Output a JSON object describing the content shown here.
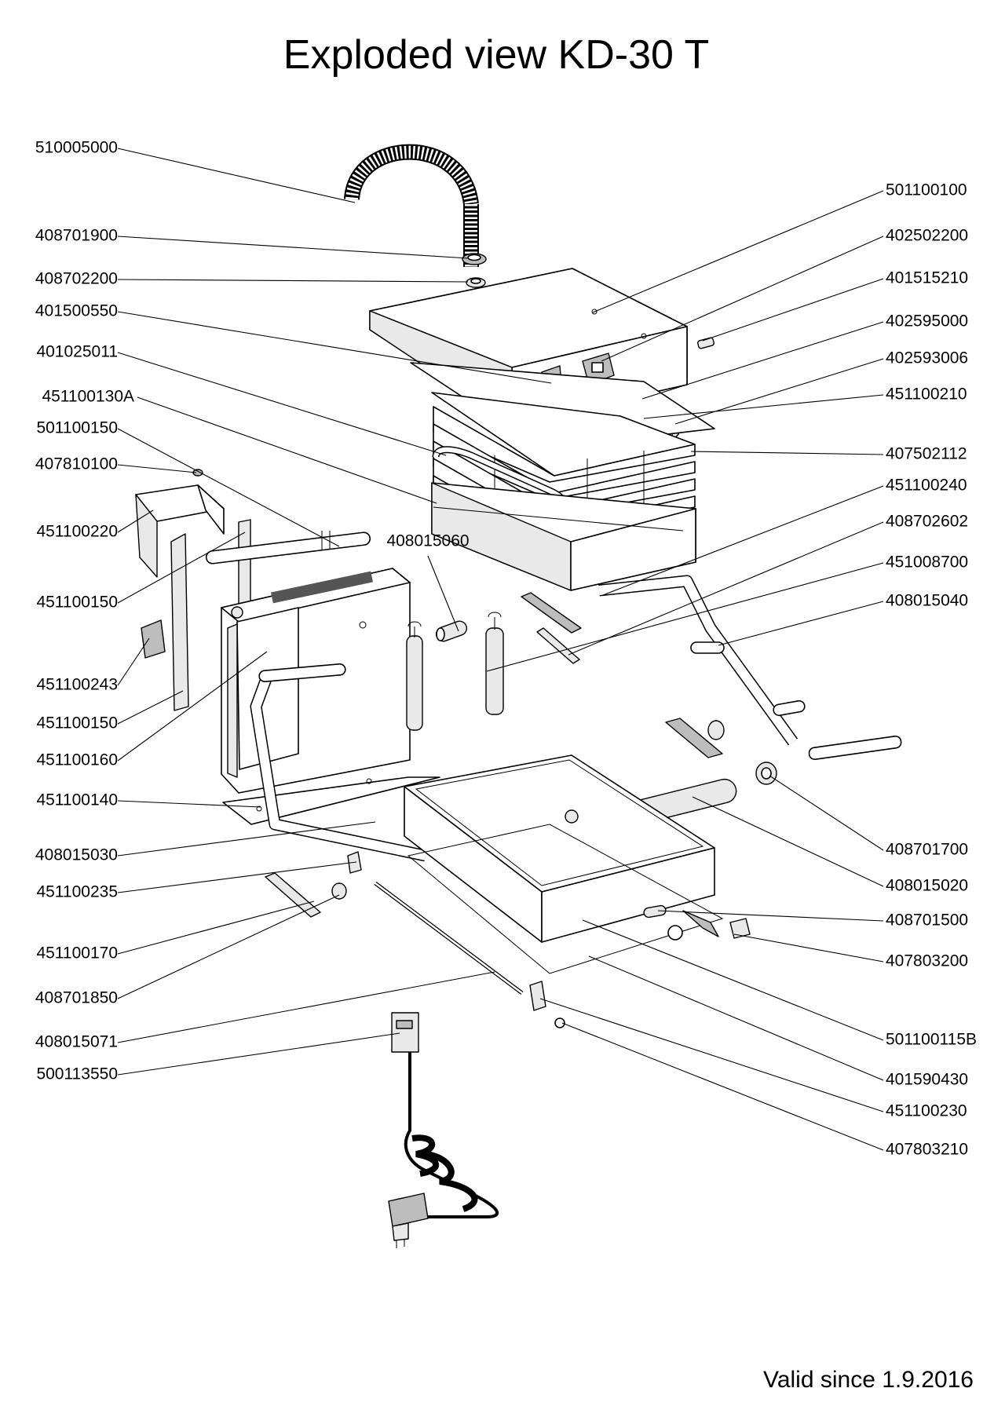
{
  "title": "Exploded view KD-30 T",
  "footer": "Valid since 1.9.2016",
  "labels_left": [
    "510005000",
    "408701900",
    "408702200",
    "401500550",
    "401025011",
    "451100130A",
    "501100150",
    "407810100",
    "451100220",
    "451100150",
    "451100243",
    "451100150",
    "451100160",
    "451100140",
    "408015030",
    "451100235",
    "451100170",
    "408701850",
    "408015071",
    "500113550"
  ],
  "labels_right": [
    "501100100",
    "402502200",
    "401515210",
    "402595000",
    "402593006",
    "451100210",
    "407502112",
    "451100240",
    "408702602",
    "451008700",
    "408015040",
    "408701700",
    "408015020",
    "408701500",
    "407803200",
    "501100115B",
    "401590430",
    "451100230",
    "407803210"
  ],
  "label_center": "408015060"
}
